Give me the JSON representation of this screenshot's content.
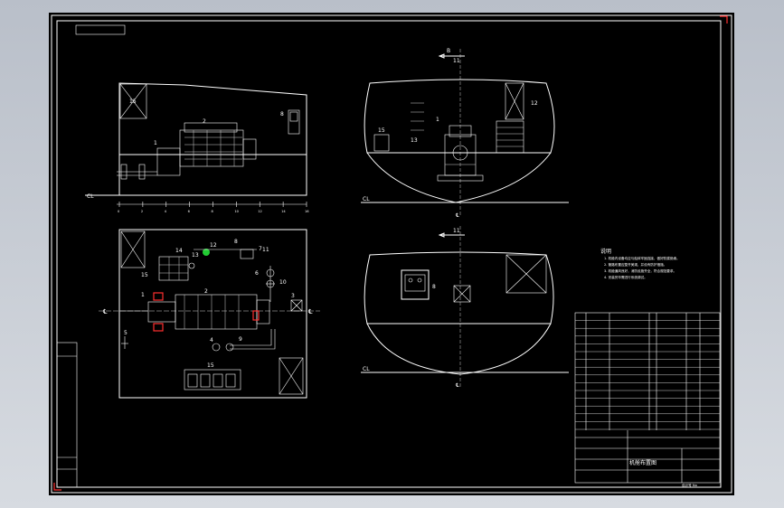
{
  "labels": {
    "plan_top_left_room": "15",
    "engine_no": "2",
    "tank_no_1": "1",
    "panel_no": "8",
    "section_arrow_top": "11",
    "section_arrow_bottom": "11",
    "section_letter": "B",
    "side_view_ladder": "12",
    "side_view_tank": "13",
    "side_view_box": "15",
    "side_view_eng": "1",
    "plan_14": "14",
    "plan_12": "12",
    "plan_8": "8",
    "plan_7": "7",
    "plan_13": "13",
    "plan_11": "11",
    "plan_16": "15",
    "plan_10": "10",
    "plan_3": "3",
    "plan_9": "9",
    "plan_6": "6",
    "plan_4": "4",
    "plan_5": "5",
    "plan_1": "1",
    "plan_2": "2",
    "plan_battery": "15",
    "bottom_panel": "8",
    "centerline": "℄",
    "cl_mark": "CL",
    "drawing_title": "机舱布置图",
    "corner_code": "设计号 No"
  },
  "ruler_ticks": [
    "0",
    "2",
    "4",
    "6",
    "8",
    "10",
    "12",
    "14",
    "16"
  ],
  "notes": {
    "heading": "说明",
    "lines": [
      "1. 机舱内设备均应与船体牢固连接，做好防腐绝缘。",
      "2. 管路布置应整齐美观，并设有防护措施。",
      "3. 机舱通风良好，消防设施齐全，符合规范要求。",
      "4. 安装完毕需进行系统调试。"
    ]
  },
  "colors": {
    "sheet": "#000000",
    "line": "#ffffff",
    "accent_red": "#ff3030",
    "accent_green": "#22cc33"
  }
}
